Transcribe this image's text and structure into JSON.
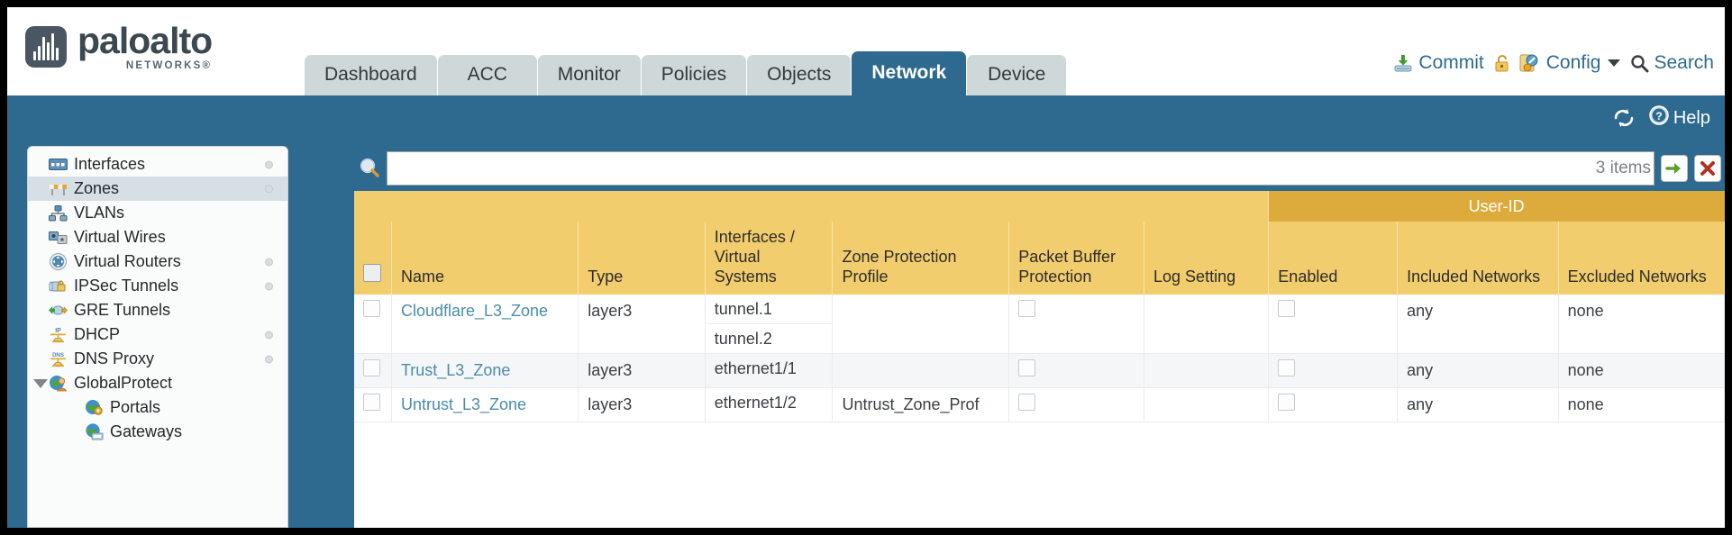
{
  "brand": {
    "name": "paloalto",
    "tagline": "NETWORKS",
    "registered": "®"
  },
  "nav": {
    "tabs": [
      {
        "label": "Dashboard",
        "active": false
      },
      {
        "label": "ACC",
        "active": false
      },
      {
        "label": "Monitor",
        "active": false
      },
      {
        "label": "Policies",
        "active": false
      },
      {
        "label": "Objects",
        "active": false
      },
      {
        "label": "Network",
        "active": true
      },
      {
        "label": "Device",
        "active": false
      }
    ]
  },
  "top_actions": {
    "commit": "Commit",
    "lock_icon": "lock-icon",
    "config": "Config",
    "search": "Search"
  },
  "blue_bar": {
    "refresh_icon": "refresh-icon",
    "help": "Help"
  },
  "sidebar": {
    "items": [
      {
        "label": "Interfaces",
        "icon": "interfaces-icon",
        "dot": true,
        "indent": false,
        "twisty": false,
        "active": false
      },
      {
        "label": "Zones",
        "icon": "zones-icon",
        "dot": true,
        "indent": false,
        "twisty": false,
        "active": true
      },
      {
        "label": "VLANs",
        "icon": "vlans-icon",
        "dot": false,
        "indent": false,
        "twisty": false,
        "active": false
      },
      {
        "label": "Virtual Wires",
        "icon": "virtual-wires-icon",
        "dot": false,
        "indent": false,
        "twisty": false,
        "active": false
      },
      {
        "label": "Virtual Routers",
        "icon": "virtual-routers-icon",
        "dot": true,
        "indent": false,
        "twisty": false,
        "active": false
      },
      {
        "label": "IPSec Tunnels",
        "icon": "ipsec-tunnels-icon",
        "dot": true,
        "indent": false,
        "twisty": false,
        "active": false
      },
      {
        "label": "GRE Tunnels",
        "icon": "gre-tunnels-icon",
        "dot": false,
        "indent": false,
        "twisty": false,
        "active": false
      },
      {
        "label": "DHCP",
        "icon": "dhcp-icon",
        "dot": true,
        "indent": false,
        "twisty": false,
        "active": false
      },
      {
        "label": "DNS Proxy",
        "icon": "dns-proxy-icon",
        "dot": true,
        "indent": false,
        "twisty": false,
        "active": false
      },
      {
        "label": "GlobalProtect",
        "icon": "globalprotect-icon",
        "dot": false,
        "indent": false,
        "twisty": true,
        "active": false
      },
      {
        "label": "Portals",
        "icon": "portals-icon",
        "dot": false,
        "indent": true,
        "twisty": false,
        "active": false
      },
      {
        "label": "Gateways",
        "icon": "gateways-icon",
        "dot": false,
        "indent": true,
        "twisty": false,
        "active": false
      }
    ]
  },
  "search": {
    "value": "",
    "placeholder": "",
    "items_count": "3 items",
    "go_icon": "arrow-right-icon",
    "clear_icon": "clear-x-icon",
    "magnifier_icon": "search-icon"
  },
  "table": {
    "group_header": "User-ID",
    "columns": [
      "Name",
      "Type",
      "Interfaces / Virtual Systems",
      "Zone Protection Profile",
      "Packet Buffer Protection",
      "Log Setting",
      "Enabled",
      "Included Networks",
      "Excluded Networks"
    ],
    "rows": [
      {
        "name": "Cloudflare_L3_Zone",
        "type": "layer3",
        "interfaces": [
          "tunnel.1",
          "tunnel.2"
        ],
        "zone_protection_profile": "",
        "packet_buffer_protection": false,
        "log_setting": "",
        "userid_enabled": false,
        "included_networks": "any",
        "excluded_networks": "none"
      },
      {
        "name": "Trust_L3_Zone",
        "type": "layer3",
        "interfaces": [
          "ethernet1/1"
        ],
        "zone_protection_profile": "",
        "packet_buffer_protection": false,
        "log_setting": "",
        "userid_enabled": false,
        "included_networks": "any",
        "excluded_networks": "none"
      },
      {
        "name": "Untrust_L3_Zone",
        "type": "layer3",
        "interfaces": [
          "ethernet1/2"
        ],
        "zone_protection_profile": "Untrust_Zone_Prof",
        "packet_buffer_protection": false,
        "log_setting": "",
        "userid_enabled": false,
        "included_networks": "any",
        "excluded_networks": "none"
      }
    ]
  },
  "colors": {
    "brand_blue": "#2e6a90",
    "header_amber": "#f2cd6d",
    "group_amber": "#ddab3c",
    "link_blue": "#4a8cab"
  }
}
